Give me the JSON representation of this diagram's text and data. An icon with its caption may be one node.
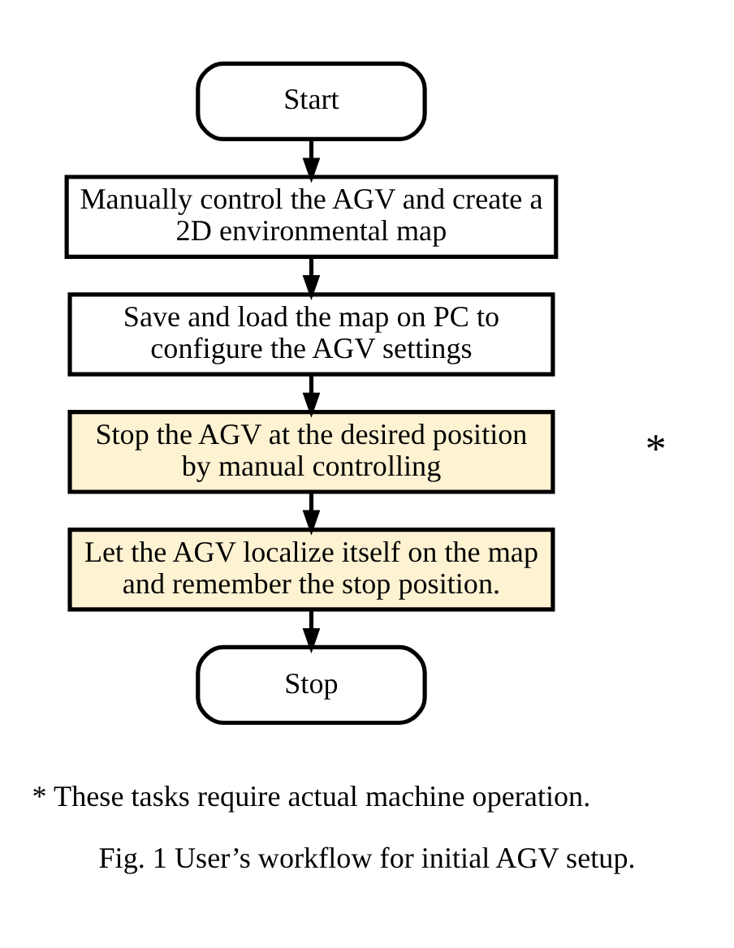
{
  "diagram": {
    "caption": "Fig. 1 User’s workflow for initial AGV setup.",
    "nodes": [
      {
        "text": [
          "Start"
        ]
      },
      {
        "text": [
          "Manually control the AGV and create a 2D environmental map"
        ]
      },
      {
        "text": [
          "Save and load the map on PC to configure the AGV settings"
        ]
      },
      {
        "text": [
          "Stop the AGV at the desired position by manual controlling"
        ]
      },
      {
        "text": [
          "Let the AGV localize itself on the map and remember the stop position."
        ]
      },
      {
        "text": [
          "Stop"
        ]
      }
    ],
    "edges": [
      {
        "from": 0,
        "to": 1,
        "arrow": "to"
      },
      {
        "from": 1,
        "to": 2,
        "arrow": "to"
      },
      {
        "from": 2,
        "to": 3,
        "arrow": "to"
      },
      {
        "from": 3,
        "to": 4,
        "arrow": "to"
      },
      {
        "from": 4,
        "to": 5,
        "arrow": "to"
      }
    ],
    "labels": [
      "*",
      "* These tasks require actual machine operation."
    ]
  }
}
